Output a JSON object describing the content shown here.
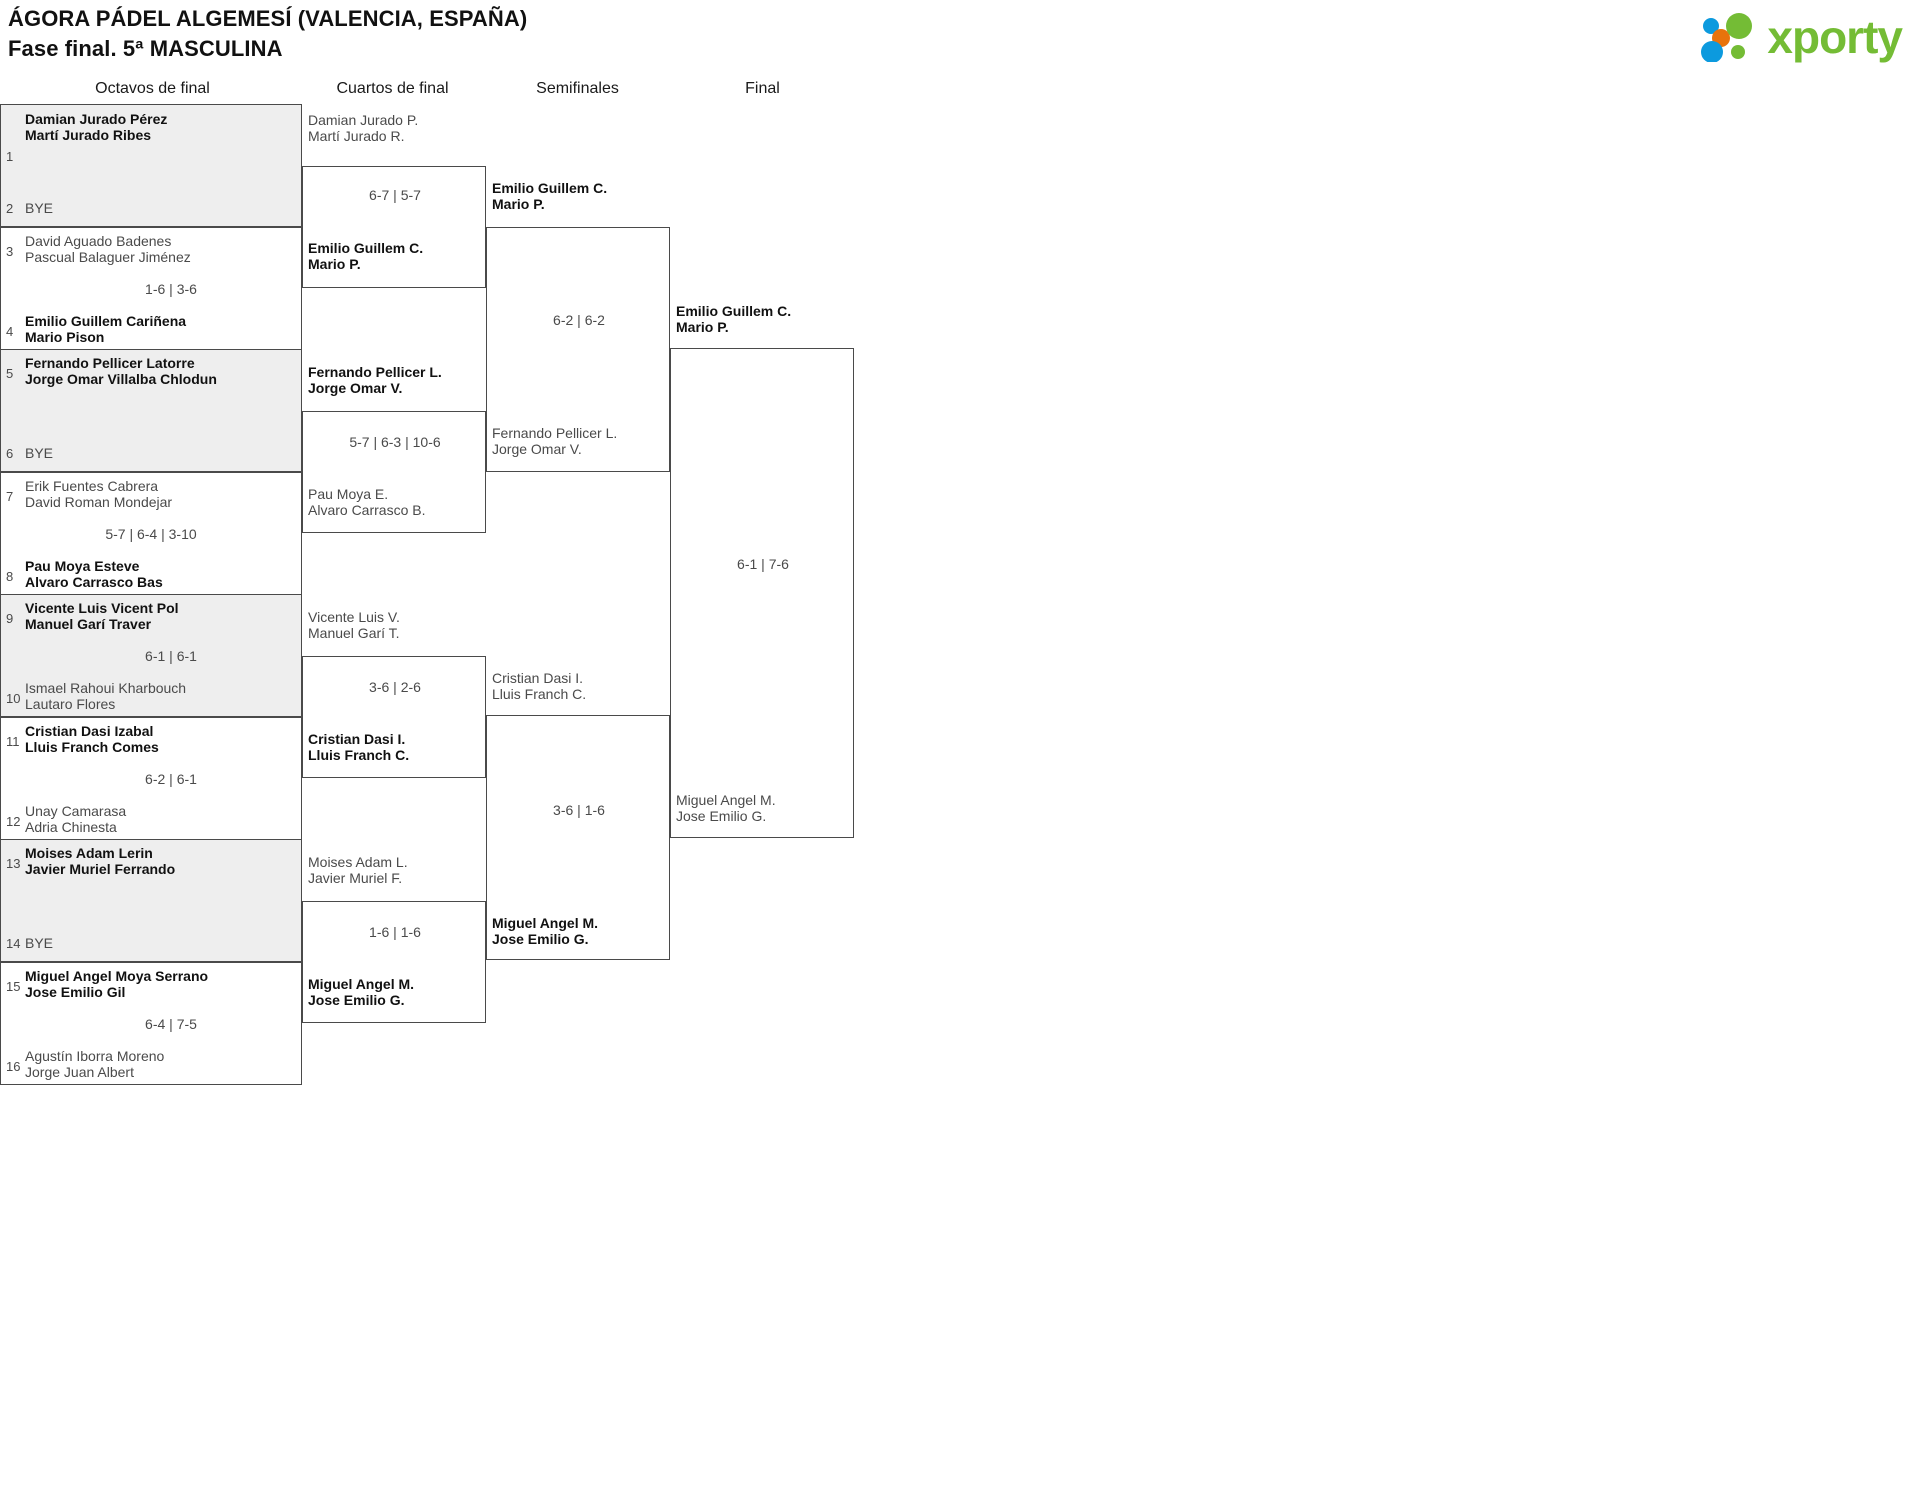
{
  "header": {
    "title_line1": "ÁGORA PÁDEL ALGEMESÍ (VALENCIA, ESPAÑA)",
    "title_line2": "Fase final. 5ª MASCULINA",
    "logo_text": "xporty",
    "logo_colors": {
      "green": "#74bc35",
      "blue": "#0c9ade",
      "orange": "#e8730c"
    }
  },
  "rounds": [
    {
      "label": "Octavos de final"
    },
    {
      "label": "Cuartos de final"
    },
    {
      "label": "Semifinales"
    },
    {
      "label": "Final"
    }
  ],
  "round1": {
    "matches": [
      {
        "shaded": true,
        "top": {
          "seed": "1",
          "line1": "Damian Jurado Pérez",
          "line2": "Martí Jurado Ribes",
          "winner": true
        },
        "bottom": {
          "seed": "2",
          "line1": "BYE",
          "line2": "",
          "winner": false
        },
        "score": ""
      },
      {
        "shaded": false,
        "top": {
          "seed": "3",
          "line1": "David Aguado Badenes",
          "line2": "Pascual Balaguer Jiménez",
          "winner": false
        },
        "bottom": {
          "seed": "4",
          "line1": "Emilio Guillem Cariñena",
          "line2": "Mario Pison",
          "winner": true
        },
        "score": "1-6 | 3-6"
      },
      {
        "shaded": true,
        "top": {
          "seed": "5",
          "line1": "Fernando Pellicer Latorre",
          "line2": "Jorge Omar Villalba Chlodun",
          "winner": true
        },
        "bottom": {
          "seed": "6",
          "line1": "BYE",
          "line2": "",
          "winner": false
        },
        "score": ""
      },
      {
        "shaded": false,
        "top": {
          "seed": "7",
          "line1": "Erik Fuentes Cabrera",
          "line2": "David Roman Mondejar",
          "winner": false
        },
        "bottom": {
          "seed": "8",
          "line1": "Pau Moya Esteve",
          "line2": "Alvaro Carrasco Bas",
          "winner": true
        },
        "score": "5-7 | 6-4 | 3-10"
      },
      {
        "shaded": true,
        "top": {
          "seed": "9",
          "line1": "Vicente Luis Vicent Pol",
          "line2": "Manuel Garí Traver",
          "winner": true
        },
        "bottom": {
          "seed": "10",
          "line1": "Ismael Rahoui Kharbouch",
          "line2": "Lautaro Flores",
          "winner": false
        },
        "score": "6-1 | 6-1"
      },
      {
        "shaded": false,
        "top": {
          "seed": "11",
          "line1": "Cristian Dasi Izabal",
          "line2": "Lluis Franch Comes",
          "winner": true
        },
        "bottom": {
          "seed": "12",
          "line1": "Unay Camarasa",
          "line2": "Adria Chinesta",
          "winner": false
        },
        "score": "6-2 | 6-1"
      },
      {
        "shaded": true,
        "top": {
          "seed": "13",
          "line1": "Moises Adam Lerin",
          "line2": "Javier Muriel Ferrando",
          "winner": true
        },
        "bottom": {
          "seed": "14",
          "line1": "BYE",
          "line2": "",
          "winner": false
        },
        "score": ""
      },
      {
        "shaded": false,
        "top": {
          "seed": "15",
          "line1": "Miguel Angel Moya Serrano",
          "line2": "Jose Emilio Gil",
          "winner": true
        },
        "bottom": {
          "seed": "16",
          "line1": "Agustín Iborra Moreno",
          "line2": "Jorge Juan Albert",
          "winner": false
        },
        "score": "6-4 | 7-5"
      }
    ]
  },
  "round2": {
    "matches": [
      {
        "top": {
          "line1": "Damian Jurado P.",
          "line2": "Martí Jurado R.",
          "winner": false
        },
        "bottom": {
          "line1": "Emilio Guillem C.",
          "line2": "Mario P.",
          "winner": true
        },
        "score": "6-7 | 5-7"
      },
      {
        "top": {
          "line1": "Fernando Pellicer L.",
          "line2": "Jorge Omar V.",
          "winner": true
        },
        "bottom": {
          "line1": "Pau Moya E.",
          "line2": "Alvaro Carrasco B.",
          "winner": false
        },
        "score": "5-7 | 6-3 | 10-6"
      },
      {
        "top": {
          "line1": "Vicente Luis V.",
          "line2": "Manuel Garí T.",
          "winner": false
        },
        "bottom": {
          "line1": "Cristian Dasi I.",
          "line2": "Lluis Franch C.",
          "winner": true
        },
        "score": "3-6 | 2-6"
      },
      {
        "top": {
          "line1": "Moises Adam L.",
          "line2": "Javier Muriel F.",
          "winner": false
        },
        "bottom": {
          "line1": "Miguel Angel M.",
          "line2": "Jose Emilio G.",
          "winner": true
        },
        "score": "1-6 | 1-6"
      }
    ]
  },
  "round3": {
    "matches": [
      {
        "top": {
          "line1": "Emilio Guillem C.",
          "line2": "Mario P.",
          "winner": true
        },
        "bottom": {
          "line1": "Fernando Pellicer L.",
          "line2": "Jorge Omar V.",
          "winner": false
        },
        "score": "6-2 | 6-2"
      },
      {
        "top": {
          "line1": "Cristian Dasi I.",
          "line2": "Lluis Franch C.",
          "winner": false
        },
        "bottom": {
          "line1": "Miguel Angel M.",
          "line2": "Jose Emilio G.",
          "winner": true
        },
        "score": "3-6 | 1-6"
      }
    ]
  },
  "round4": {
    "matches": [
      {
        "top": {
          "line1": "Emilio Guillem C.",
          "line2": "Mario P.",
          "winner": true
        },
        "bottom": {
          "line1": "Miguel Angel M.",
          "line2": "Jose Emilio G.",
          "winner": false
        },
        "score": "6-1 | 7-6"
      }
    ]
  }
}
